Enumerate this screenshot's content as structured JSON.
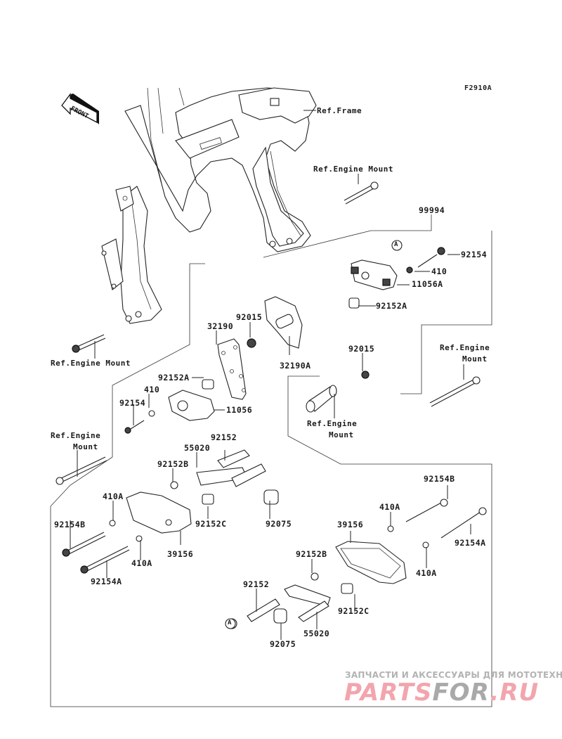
{
  "figure_id": "F2910A",
  "front_indicator": "FRONT",
  "callout_marker": "A",
  "references": {
    "frame": "Ref.Frame",
    "engine_mount": "Ref.Engine Mount",
    "engine_mount_line1": "Ref.Engine",
    "engine_mount_line2": "Mount"
  },
  "parts": {
    "kit": "99994",
    "bolt_92154": "92154",
    "washer_410": "410",
    "bracket_11056A": "11056A",
    "collar_92152A_right": "92152A",
    "nut_92015_upper": "92015",
    "bracket_32190": "32190",
    "bracket_32190A": "32190A",
    "nut_92015_right": "92015",
    "collar_92152A_left": "92152A",
    "washer_410_left": "410",
    "bolt_92154_left": "92154",
    "bracket_11056": "11056",
    "collar_92152_left": "92152",
    "plate_55020_left": "55020",
    "collar_92152B_left": "92152B",
    "washer_410A_left_top": "410A",
    "bolt_92154B_left": "92154B",
    "slider_39156_left": "39156",
    "collar_92152C_left": "92152C",
    "cap_92075_left": "92075",
    "washer_410A_left_bottom": "410A",
    "bolt_92154A_left": "92154A",
    "bolt_92154B_right": "92154B",
    "washer_410A_right_top": "410A",
    "slider_39156_right": "39156",
    "bolt_92154A_right": "92154A",
    "collar_92152B_right": "92152B",
    "washer_410A_right_bottom": "410A",
    "collar_92152_right": "92152",
    "collar_92152C_right": "92152C",
    "plate_55020_right": "55020",
    "cap_92075_right": "92075"
  },
  "watermark": {
    "tagline": "ЗАПЧАСТИ И АКСЕССУАРЫ ДЛЯ МОТОТЕХНИКИ",
    "logo_part1": "PARTS",
    "logo_part2": "FOR",
    "logo_part3": ".RU"
  }
}
